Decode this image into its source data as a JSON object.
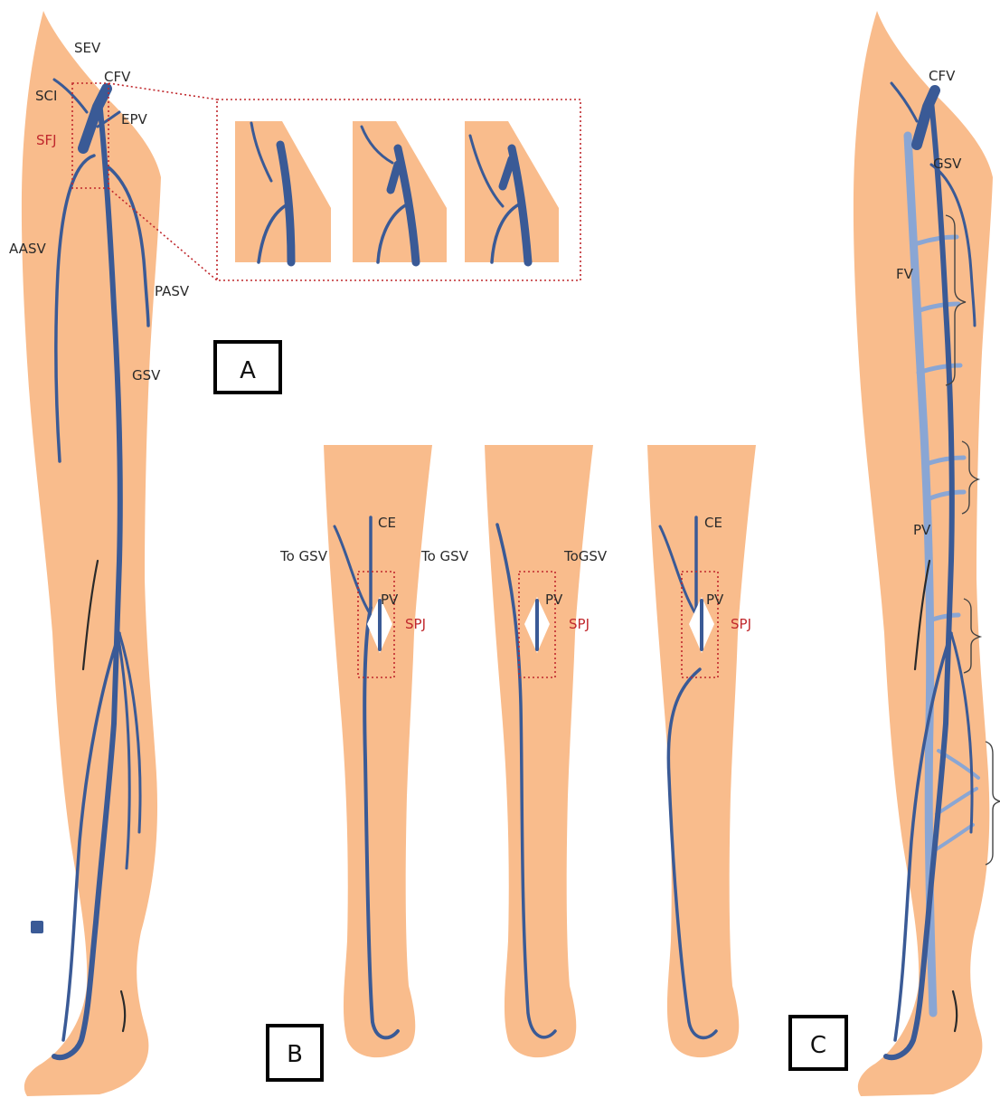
{
  "panels": [
    {
      "letter": "A"
    },
    {
      "letter": "B"
    },
    {
      "letter": "C"
    }
  ],
  "panel_a": {
    "labels": {
      "sev": "SEV",
      "cfv": "CFV",
      "sci": "SCI",
      "epv": "EPV",
      "sfj": "SFJ",
      "aasv": "AASV",
      "pasv": "PASV",
      "gsv": "GSV"
    }
  },
  "panel_b": {
    "legs": [
      {
        "ce": "CE",
        "to_gsv_left": "To GSV",
        "to_gsv_right": "To GSV",
        "pv": "PV",
        "spj": "SPJ"
      },
      {
        "to_gsv_right": "ToGSV",
        "pv": "PV",
        "spj": "SPJ"
      },
      {
        "ce": "CE",
        "pv": "PV",
        "spj": "SPJ"
      }
    ]
  },
  "panel_c": {
    "labels": {
      "cfv": "CFV",
      "gsv": "GSV",
      "fv": "FV",
      "pv": "PV"
    }
  },
  "colors": {
    "skin": "#f9bc8c",
    "superficial_vein": "#3a5a96",
    "deep_vein": "#8aa6d4",
    "junction_highlight": "#c0282d"
  }
}
